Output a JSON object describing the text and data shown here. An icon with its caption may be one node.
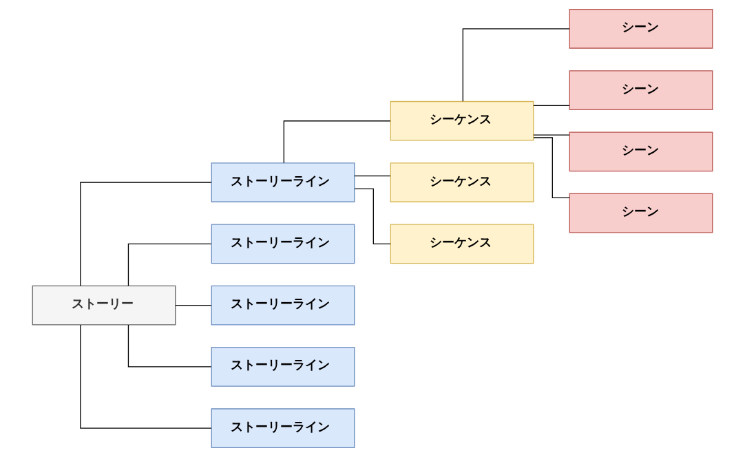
{
  "diagram": {
    "nodes": [
      {
        "text": [
          "ストーリー"
        ]
      },
      {
        "text": [
          "ストーリーライン"
        ]
      },
      {
        "text": [
          "ストーリーライン"
        ]
      },
      {
        "text": [
          "ストーリーライン"
        ]
      },
      {
        "text": [
          "ストーリーライン"
        ]
      },
      {
        "text": [
          "ストーリーライン"
        ]
      },
      {
        "text": [
          "シーケンス"
        ]
      },
      {
        "text": [
          "シーケンス"
        ]
      },
      {
        "text": [
          "シーケンス"
        ]
      },
      {
        "text": [
          "シーン"
        ]
      },
      {
        "text": [
          "シーン"
        ]
      },
      {
        "text": [
          "シーン"
        ]
      },
      {
        "text": [
          "シーン"
        ]
      }
    ],
    "edges": [
      {
        "from": 0,
        "to": 1,
        "arrow": "none"
      },
      {
        "from": 0,
        "to": 2,
        "arrow": "none"
      },
      {
        "from": 0,
        "to": 3,
        "arrow": "none"
      },
      {
        "from": 0,
        "to": 4,
        "arrow": "none"
      },
      {
        "from": 0,
        "to": 5,
        "arrow": "none"
      },
      {
        "from": 1,
        "to": 6,
        "arrow": "none"
      },
      {
        "from": 1,
        "to": 7,
        "arrow": "none"
      },
      {
        "from": 1,
        "to": 8,
        "arrow": "none"
      },
      {
        "from": 6,
        "to": 9,
        "arrow": "none"
      },
      {
        "from": 6,
        "to": 10,
        "arrow": "none"
      },
      {
        "from": 6,
        "to": 11,
        "arrow": "none"
      },
      {
        "from": 6,
        "to": 12,
        "arrow": "none"
      }
    ]
  }
}
